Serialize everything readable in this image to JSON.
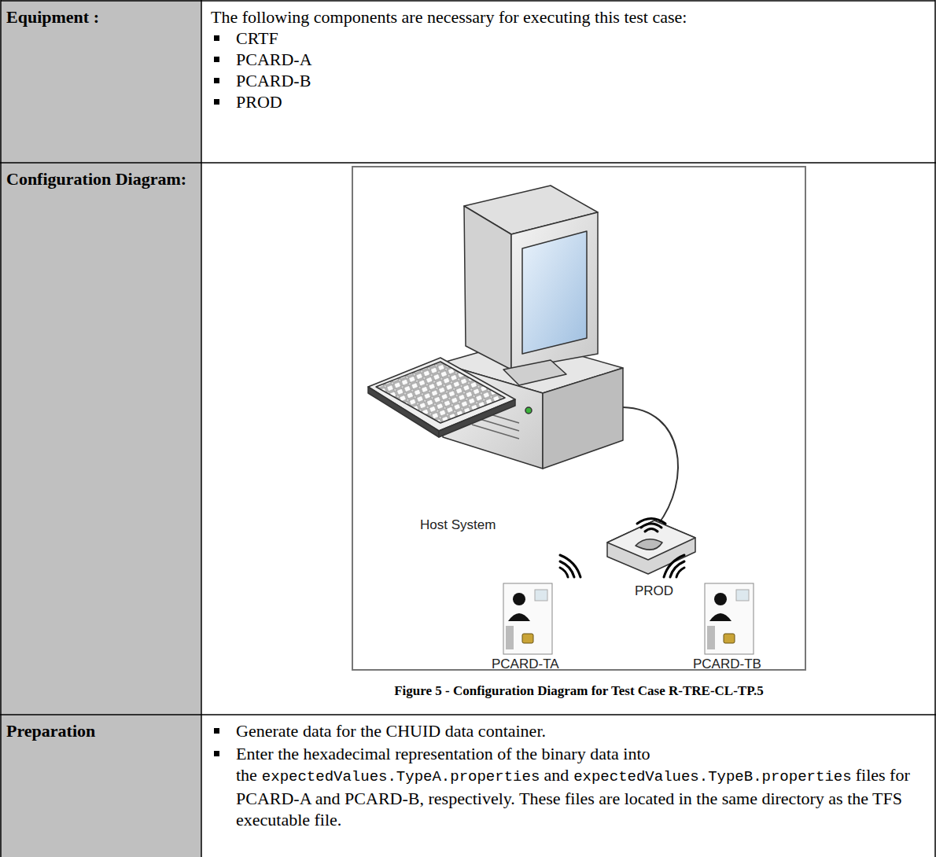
{
  "diagram": {
    "caption": "Figure 5 - Configuration Diagram for Test Case R-TRE-CL-TP.5",
    "labels": [
      "Equipment :",
      "The following components are necessary for executing this test case:",
      "CRTF",
      "PCARD-A",
      "PCARD-B",
      "PROD",
      "Configuration Diagram:",
      "Host System",
      "PROD",
      "PCARD-TA",
      "PCARD-TB",
      "Preparation",
      "Generate data for the CHUID data container.",
      "Enter the hexadecimal representation of the binary data into the",
      "expectedValues.TypeA.properties",
      "and",
      "expectedValues.TypeB.properties",
      "files for PCARD-A and PCARD-B, respectively. These files are located in the same directory as the TFS executable file."
    ]
  }
}
